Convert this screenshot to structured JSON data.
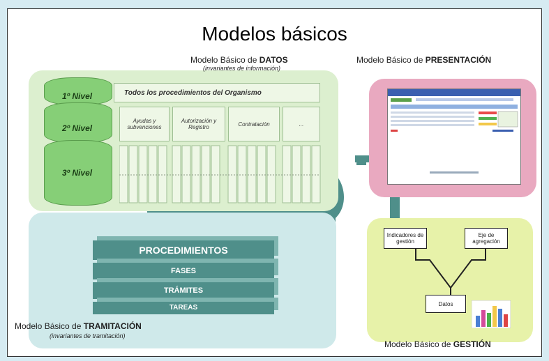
{
  "title": "Modelos básicos",
  "datos": {
    "label_prefix": "Modelo Básico de ",
    "label_bold": "DATOS",
    "subtitle": "(invariantes de información)",
    "levels": [
      "1º Nivel",
      "2º Nivel",
      "3º Nivel"
    ],
    "header_cell": "Todos los procedimientos del Organismo",
    "level2_cells": [
      "Ayudas y subvenciones",
      "Autorización y Registro",
      "Contratación",
      "..."
    ]
  },
  "presentacion": {
    "label_prefix": "Modelo Básico de ",
    "label_bold": "PRESENTACIÓN"
  },
  "tramitacion": {
    "label_prefix": "Modelo Básico de ",
    "label_bold": "TRAMITACIÓN",
    "subtitle": "(invariantes de tramitación)",
    "layers": [
      "PROCEDIMIENTOS",
      "FASES",
      "TRÁMITES",
      "TAREAS"
    ]
  },
  "gestion": {
    "label_prefix": "Modelo Básico de ",
    "label_bold": "GESTIÓN",
    "boxes": [
      "Indicadores de gestión",
      "Eje de agregación",
      "Datos"
    ]
  },
  "colors": {
    "datos_panel": "#dcefcf",
    "tramitacion_panel": "#cfe9ea",
    "presentacion_panel": "#e9a9c0",
    "gestion_panel": "#e7f2a9",
    "connector": "#4f8f8a"
  }
}
